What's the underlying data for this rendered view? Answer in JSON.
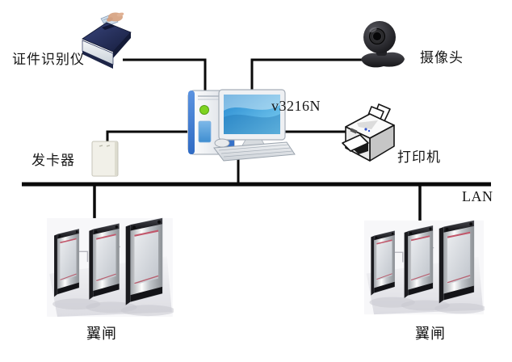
{
  "diagram": {
    "title": "access-control-system-topology",
    "nodes": [
      {
        "id": "id-scanner",
        "label": "证件识别仪",
        "icon": "id-scanner-icon"
      },
      {
        "id": "camera",
        "label": "摄像头",
        "icon": "webcam-icon"
      },
      {
        "id": "computer",
        "label": "v3216N",
        "icon": "desktop-computer-icon"
      },
      {
        "id": "card-dispenser",
        "label": "发卡器",
        "icon": "card-dispenser-icon"
      },
      {
        "id": "printer",
        "label": "打印机",
        "icon": "printer-icon"
      },
      {
        "id": "lan-bus",
        "label": "LAN"
      },
      {
        "id": "gate-left",
        "label": "翼闸",
        "icon": "flap-barrier-icon"
      },
      {
        "id": "gate-right",
        "label": "翼闸",
        "icon": "flap-barrier-icon"
      }
    ],
    "connections": [
      {
        "from": "id-scanner",
        "to": "computer"
      },
      {
        "from": "camera",
        "to": "computer"
      },
      {
        "from": "card-dispenser",
        "to": "computer"
      },
      {
        "from": "computer",
        "to": "printer"
      },
      {
        "from": "computer",
        "to": "lan-bus"
      },
      {
        "from": "lan-bus",
        "to": "gate-left"
      },
      {
        "from": "lan-bus",
        "to": "gate-right"
      }
    ],
    "colors": {
      "line": "#0a0a0a",
      "background": "#ffffff",
      "tower_blue": "#4a86d8",
      "screen_blue": "#2387cf",
      "power_green": "#7ed321",
      "scanner_navy": "#222c54",
      "gate_red_stripe": "#c2566a",
      "gate_metal": "#c2c6cb"
    }
  }
}
